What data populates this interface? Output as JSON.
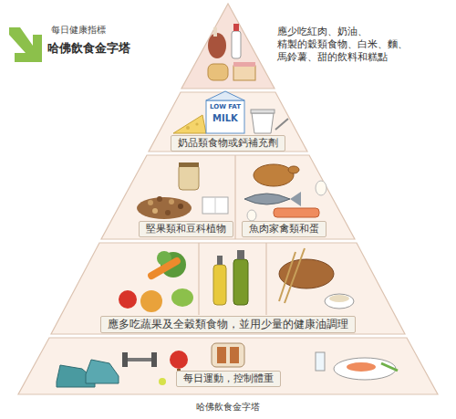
{
  "diagram": {
    "title": "哈佛飲食金字塔",
    "caption": "哈佛飲食金字塔",
    "nodes": [
      {
        "text": [
          "奶品類食物或鈣補充劑"
        ]
      },
      {
        "text": [
          "堅果類和豆科植物"
        ]
      },
      {
        "text": [
          "魚肉家禽類和蛋"
        ]
      },
      {
        "text": [
          "應多吃蔬果及全穀類食物，並用少量的健康油調理"
        ]
      },
      {
        "text": [
          "每日運動，控制體重"
        ]
      }
    ],
    "labels": [
      "每日健康指標",
      "應少吃紅肉、奶油、 精製的穀類食物、白米、麵、 馬鈴薯、甜的飲料和糕點",
      "LOW FAT",
      "MILK"
    ]
  }
}
